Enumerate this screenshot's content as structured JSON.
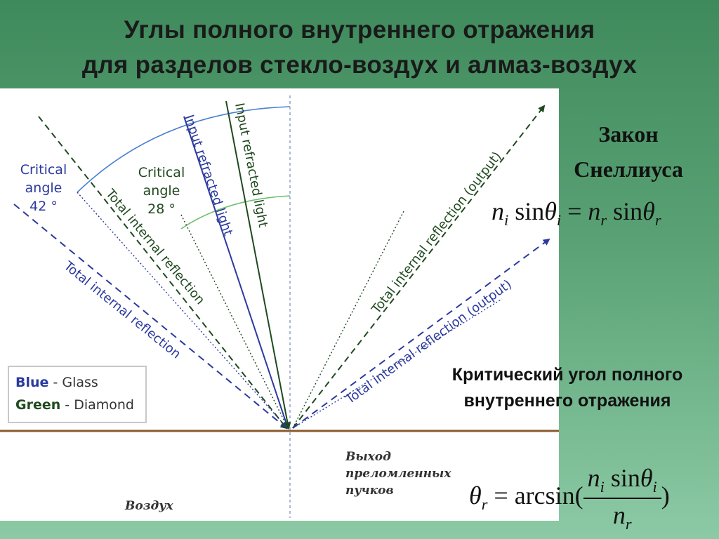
{
  "title": {
    "line1": "Углы полного внутреннего отражения",
    "line2": "для разделов стекло-воздух и алмаз-воздух"
  },
  "snell": {
    "title_line1": "Закон",
    "title_line2": "Снеллиуса",
    "formula": {
      "n": "n",
      "i": "i",
      "sin": "sin",
      "theta": "θ",
      "eq": "=",
      "r": "r"
    }
  },
  "critical": {
    "label_line1": "Критический угол полного",
    "label_line2": "внутреннего отражения",
    "formula": {
      "theta": "θ",
      "r": "r",
      "eq": "=",
      "arcsin": "arcsin(",
      "close": ")",
      "n": "n",
      "i": "i",
      "sin": "sin"
    }
  },
  "diagram": {
    "critical_glass_line1": "Critical",
    "critical_glass_line2": "angle",
    "critical_glass_value": "42 °",
    "critical_diamond_line1": "Critical",
    "critical_diamond_line2": "angle",
    "critical_diamond_value": "28 °",
    "input_glass": "Input refracted light",
    "input_diamond": "Input refracted light",
    "tir_glass_in": "Total internal reflection",
    "tir_diamond_in": "Total internal reflection",
    "tir_diamond_out": "Total internal reflection (output)",
    "tir_glass_out": "Total internal reflection (output)",
    "legend": {
      "blue_key": "Blue",
      "blue_value": " - Glass",
      "green_key": "Green",
      "green_value": " - Diamond"
    },
    "exit_line1": "Выход",
    "exit_line2": "преломленных",
    "exit_line3": "пучков",
    "air": "Воздух"
  },
  "colors": {
    "glass_blue": "#2b3a9e",
    "diamond_green": "#1f4a1f",
    "arc_blue": "#4a7fd0",
    "arc_green": "#6fbf6f",
    "interface": "#8b5a2b"
  }
}
